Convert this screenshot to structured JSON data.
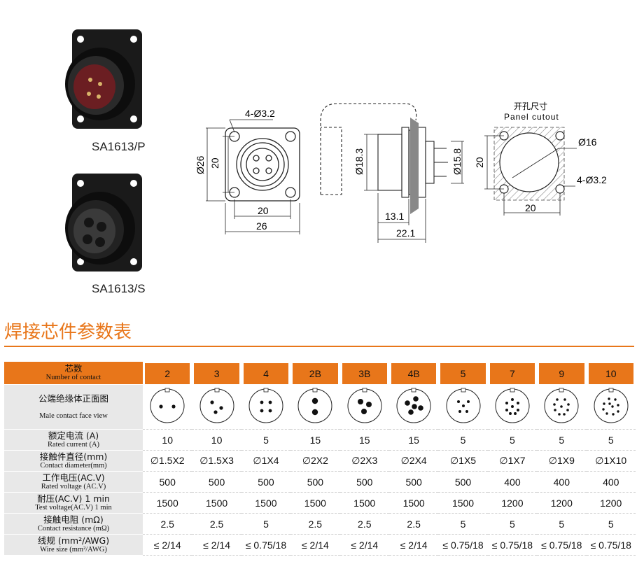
{
  "products": [
    {
      "label": "SA1613/P"
    },
    {
      "label": "SA1613/S"
    }
  ],
  "drawing": {
    "front_hole": "4-Ø3.2",
    "front_dia": "Ø26",
    "front_inner_v": "20",
    "front_inner_h": "20",
    "front_outer_h": "26",
    "side_dia_left": "Ø18.3",
    "side_dia_right": "Ø15.8",
    "side_len_a": "13.1",
    "side_len_b": "22.1",
    "cutout_title_zh": "开孔尺寸",
    "cutout_title_en": "Panel cutout",
    "cutout_dia": "Ø16",
    "cutout_v": "20",
    "cutout_h": "20",
    "cutout_hole": "4-Ø3.2"
  },
  "section_title": "焊接芯件参数表",
  "table": {
    "header_zh": "芯数",
    "header_en": "Number of contact",
    "columns": [
      "2",
      "3",
      "4",
      "2B",
      "3B",
      "4B",
      "5",
      "7",
      "9",
      "10"
    ],
    "face_label_zh": "公端绝缘体正面图",
    "face_label_en": "Male  contact  face  view",
    "rows": [
      {
        "zh": "额定电流 (A)",
        "en": "Rated current  (A)",
        "values": [
          "10",
          "10",
          "5",
          "15",
          "15",
          "15",
          "5",
          "5",
          "5",
          "5"
        ]
      },
      {
        "zh": "接触件直径(mm)",
        "en": "Contact diameter(mm)",
        "values": [
          "∅1.5X2",
          "∅1.5X3",
          "∅1X4",
          "∅2X2",
          "∅2X3",
          "∅2X4",
          "∅1X5",
          "∅1X7",
          "∅1X9",
          "∅1X10"
        ]
      },
      {
        "zh": "工作电压(AC.V)",
        "en": "Rated voltage (AC.V)",
        "values": [
          "500",
          "500",
          "500",
          "500",
          "500",
          "500",
          "500",
          "400",
          "400",
          "400"
        ]
      },
      {
        "zh": "耐压(AC.V) 1 min",
        "en": "Test voltage(AC.V) 1 min",
        "values": [
          "1500",
          "1500",
          "1500",
          "1500",
          "1500",
          "1500",
          "1500",
          "1200",
          "1200",
          "1200"
        ]
      },
      {
        "zh": "接触电阻 (mΩ)",
        "en": "Contact resistance (mΩ)",
        "values": [
          "2.5",
          "2.5",
          "5",
          "2.5",
          "2.5",
          "2.5",
          "5",
          "5",
          "5",
          "5"
        ]
      },
      {
        "zh": "线规 (mm²/AWG)",
        "en": "Wire size (mm²/AWG)",
        "values": [
          "≤ 2/14",
          "≤ 2/14",
          "≤ 0.75/18",
          "≤ 2/14",
          "≤ 2/14",
          "≤ 2/14",
          "≤ 0.75/18",
          "≤ 0.75/18",
          "≤ 0.75/18",
          "≤ 0.75/18"
        ]
      }
    ]
  }
}
